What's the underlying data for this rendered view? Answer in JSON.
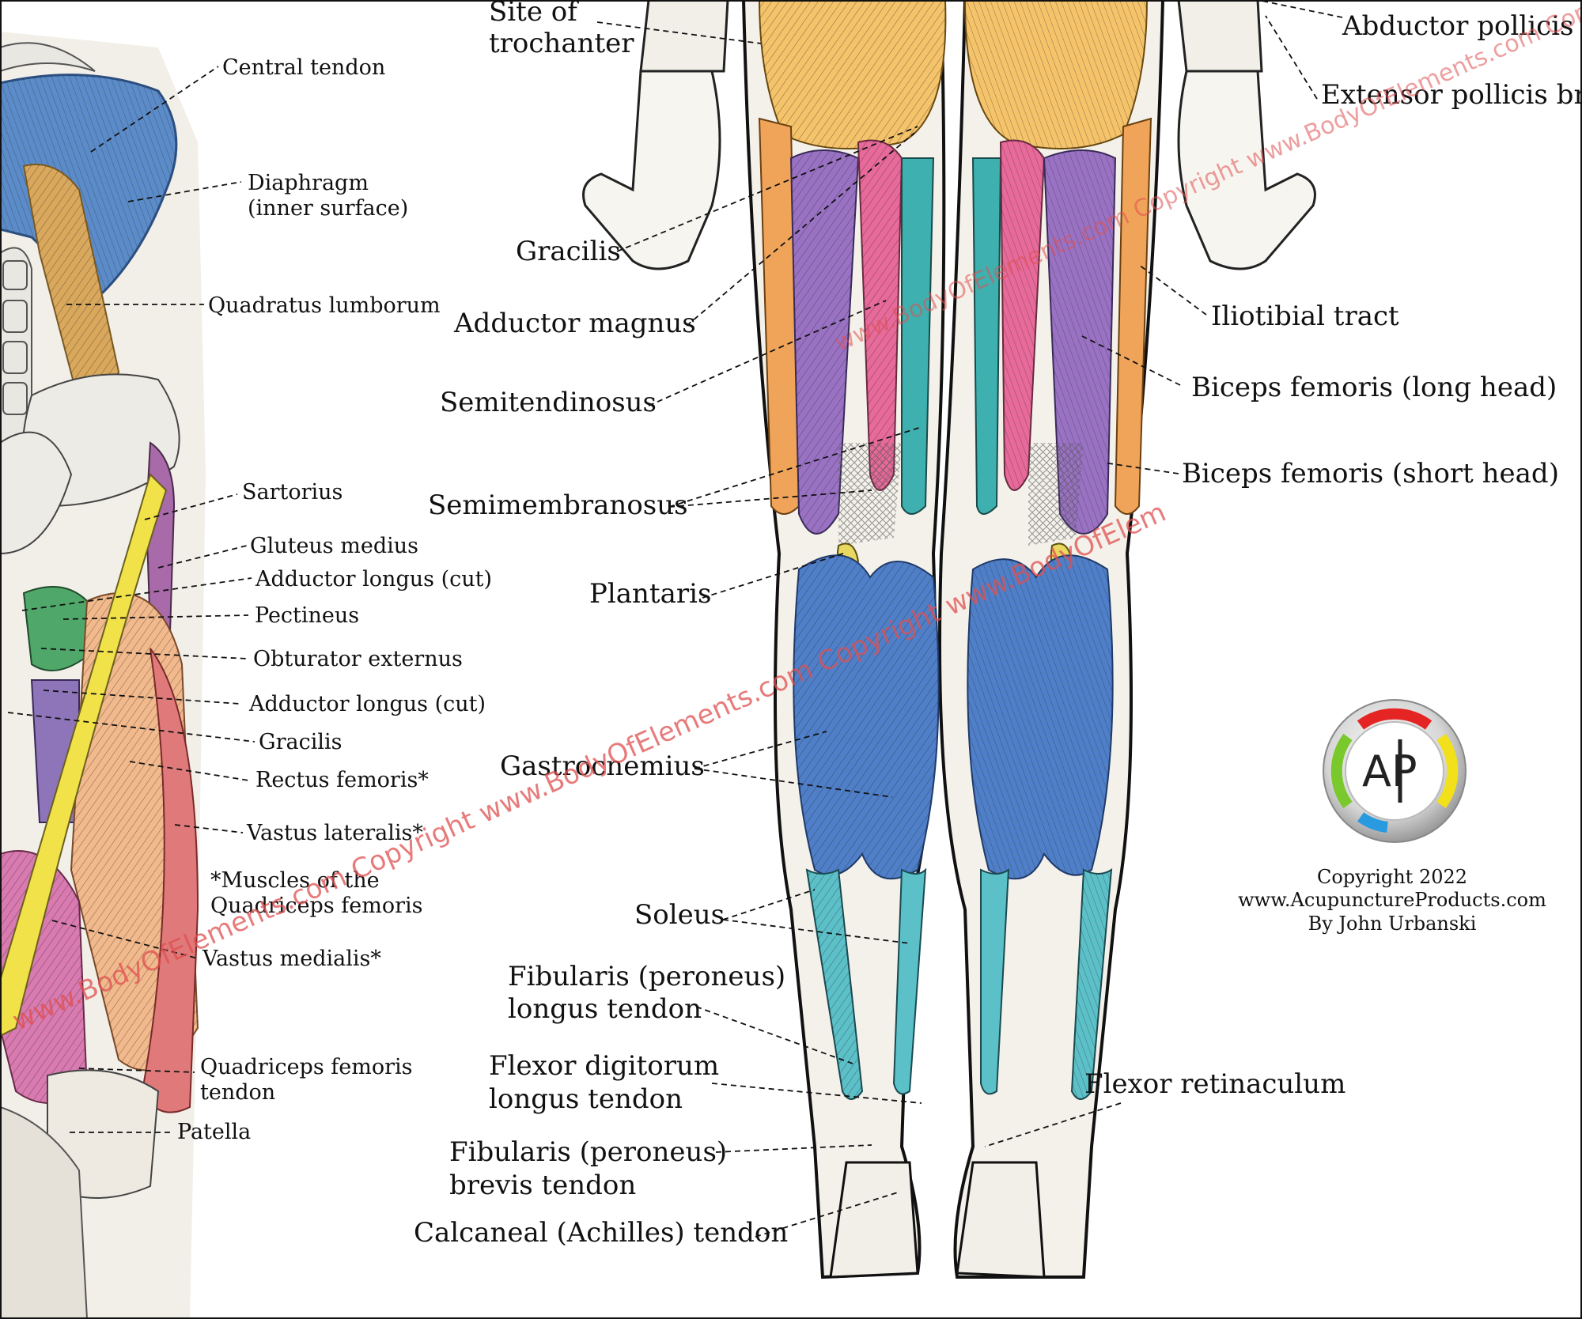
{
  "left_panel_labels": {
    "central_tendon": "Central tendon",
    "diaphragm": "Diaphragm",
    "diaphragm_note": "(inner surface)",
    "quadratus_lumborum": "Quadratus lumborum",
    "sartorius": "Sartorius",
    "gluteus_medius": "Gluteus medius",
    "adductor_longus_cut_1": "Adductor longus (cut)",
    "pectineus": "Pectineus",
    "obturator_externus": "Obturator externus",
    "adductor_longus_cut_2": "Adductor longus (cut)",
    "gracilis": "Gracilis",
    "rectus_femoris": "Rectus femoris*",
    "vastus_lateralis": "Vastus lateralis*",
    "quad_note_1": "*Muscles of the",
    "quad_note_2": "Quadriceps femoris",
    "vastus_medialis": "Vastus medialis*",
    "quad_tendon_1": "Quadriceps femoris",
    "quad_tendon_2": "tendon",
    "patella": "Patella"
  },
  "right_panel_labels": {
    "site_of_trochanter_1": "Site of",
    "site_of_trochanter_2": "trochanter",
    "abductor_pollicis": "Abductor pollicis lo",
    "extensor_pollicis": "Extensor pollicis brev",
    "gracilis": "Gracilis",
    "adductor_magnus": "Adductor magnus",
    "iliotibial_tract": "Iliotibial tract",
    "semitendinosus": "Semitendinosus",
    "biceps_long": "Biceps femoris (long head)",
    "biceps_short": "Biceps femoris (short head)",
    "semimembranosus": "Semimembranosus",
    "plantaris": "Plantaris",
    "gastrocnemius": "Gastrocnemius",
    "soleus": "Soleus",
    "fibularis_longus_1": "Fibularis (peroneus)",
    "fibularis_longus_2": "longus tendon",
    "flexor_digitorum_1": "Flexor digitorum",
    "flexor_digitorum_2": "longus tendon",
    "flexor_retinaculum": "Flexor retinaculum",
    "fibularis_brevis_1": "Fibularis (peroneus)",
    "fibularis_brevis_2": "brevis tendon",
    "calcaneal": "Calcaneal (Achilles) tendon"
  },
  "logo": {
    "letters": "AP"
  },
  "copyright": {
    "line1": "Copyright 2022",
    "line2": "www.AcupunctureProducts.com",
    "line3": "By John Urbanski"
  },
  "watermark": {
    "text_1": "www.BodyOfElements.com Copyright www.BodyOfElements.com Copyright www.BodyOfElem",
    "text_2": "www.BodyOfElements.com Copyright www.BodyOfElements.com Copyright"
  },
  "colors": {
    "diaphragm_blue": "#5b8cc9",
    "quadratus_tan": "#d9a85c",
    "sartorius_yellow": "#f2e24a",
    "pectineus_green": "#4fa86a",
    "gracilis_purple": "#8e74b8",
    "rectus_peach": "#f2b98c",
    "vastus_lateralis_red": "#e07a7a",
    "vastus_medialis_pink": "#d97ab0",
    "gluteus_orange": "#f5c36a",
    "iliotibial_orange": "#f0a45a",
    "semitendinosus_pink": "#e86a9a",
    "biceps_purple": "#9a72c4",
    "semimembranosus_teal": "#3fb0b0",
    "gastrocnemius_blue": "#4f7fc8",
    "soleus_teal": "#5cc0c8",
    "plantaris_yellow": "#e8d860",
    "watermark_red": "#e05050"
  }
}
